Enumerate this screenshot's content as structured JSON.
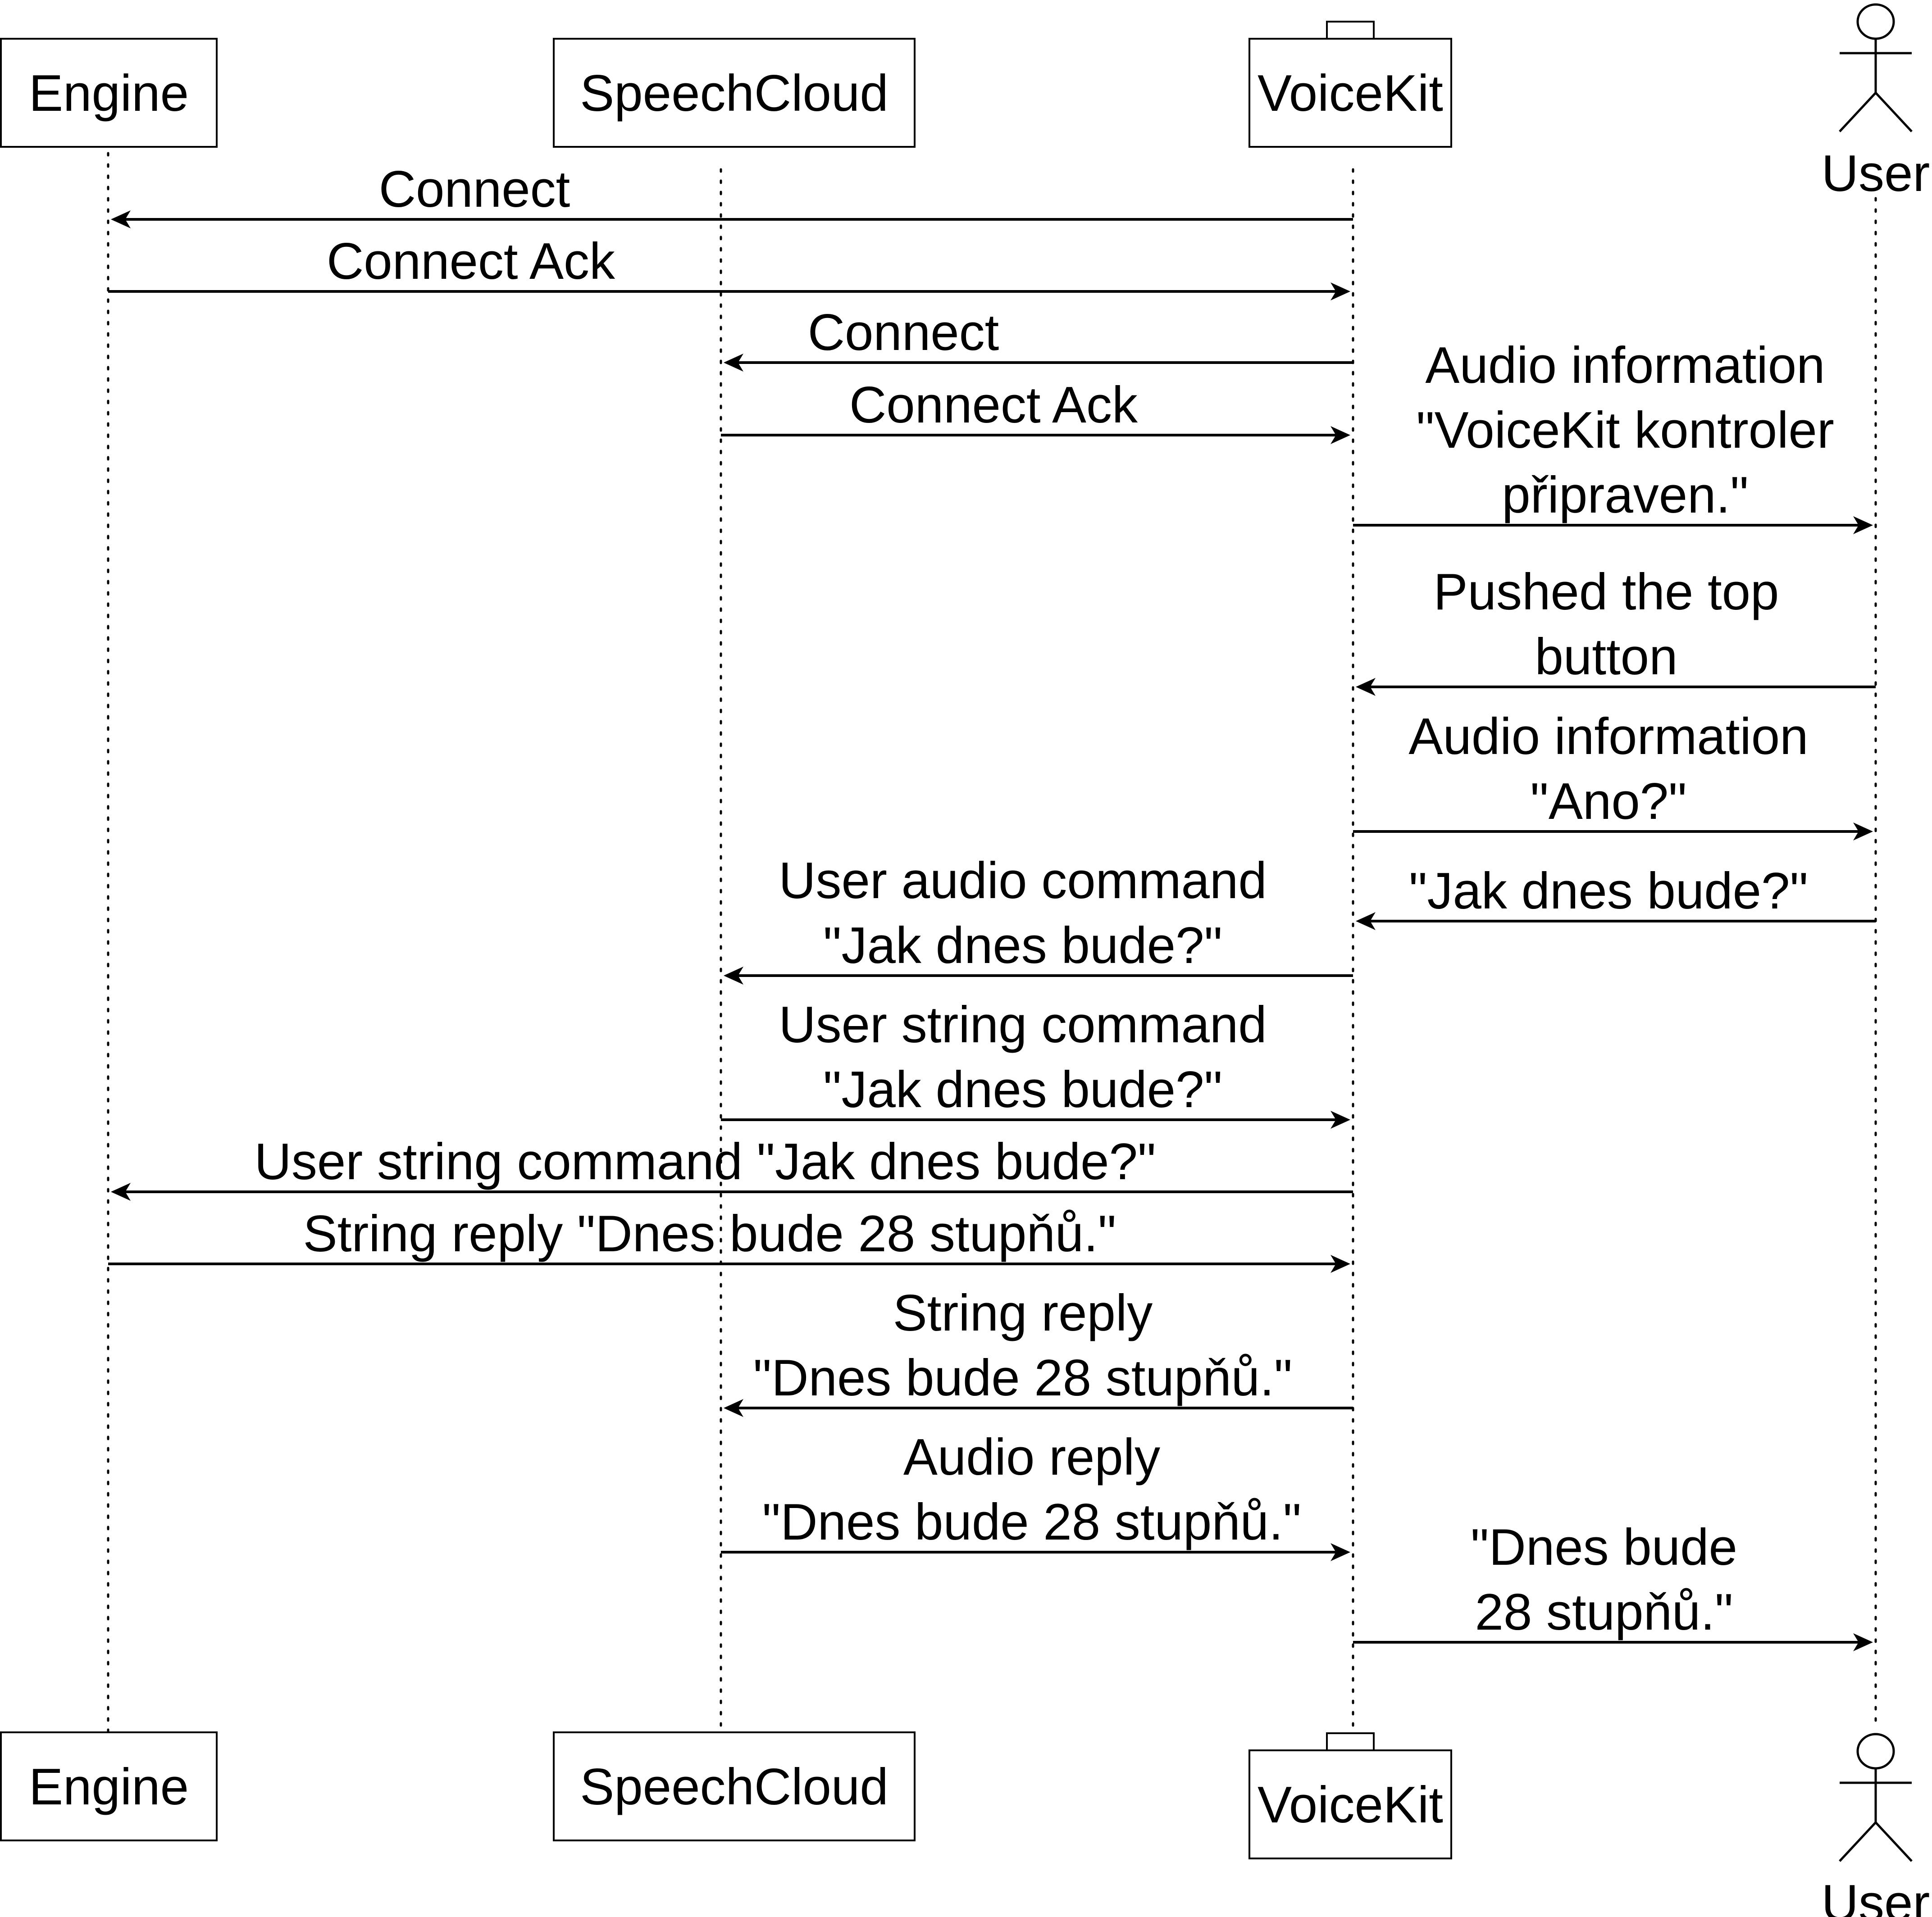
{
  "participants": [
    {
      "id": "engine",
      "label": "Engine",
      "kind": "box"
    },
    {
      "id": "speechcloud",
      "label": "SpeechCloud",
      "kind": "box"
    },
    {
      "id": "voicekit",
      "label": "VoiceKit",
      "kind": "component"
    },
    {
      "id": "user",
      "label": "User",
      "kind": "actor"
    }
  ],
  "messages": [
    {
      "from": "voicekit",
      "to": "engine",
      "lines": [
        "Connect"
      ]
    },
    {
      "from": "engine",
      "to": "voicekit",
      "lines": [
        "Connect Ack"
      ]
    },
    {
      "from": "voicekit",
      "to": "speechcloud",
      "lines": [
        "Connect"
      ]
    },
    {
      "from": "speechcloud",
      "to": "voicekit",
      "lines": [
        "Connect Ack"
      ]
    },
    {
      "from": "voicekit",
      "to": "user",
      "lines": [
        "Audio information",
        "\"VoiceKit kontroler",
        "připraven.\""
      ]
    },
    {
      "from": "user",
      "to": "voicekit",
      "lines": [
        "Pushed the top",
        "button"
      ]
    },
    {
      "from": "voicekit",
      "to": "user",
      "lines": [
        "Audio information",
        "\"Ano?\""
      ]
    },
    {
      "from": "user",
      "to": "voicekit",
      "lines": [
        "\"Jak dnes bude?\""
      ]
    },
    {
      "from": "voicekit",
      "to": "speechcloud",
      "lines": [
        "User audio command",
        "\"Jak dnes bude?\""
      ]
    },
    {
      "from": "speechcloud",
      "to": "voicekit",
      "lines": [
        "User string command",
        "\"Jak dnes bude?\""
      ]
    },
    {
      "from": "voicekit",
      "to": "engine",
      "lines": [
        "User string command \"Jak dnes bude?\""
      ]
    },
    {
      "from": "engine",
      "to": "voicekit",
      "lines": [
        "String reply \"Dnes bude 28 stupňů.\""
      ]
    },
    {
      "from": "voicekit",
      "to": "speechcloud",
      "lines": [
        "String reply",
        "\"Dnes bude 28 stupňů.\""
      ]
    },
    {
      "from": "speechcloud",
      "to": "voicekit",
      "lines": [
        "Audio reply",
        "\"Dnes bude 28 stupňů.\""
      ]
    },
    {
      "from": "voicekit",
      "to": "user",
      "lines": [
        "\"Dnes bude",
        "28 stupňů.\""
      ]
    }
  ]
}
